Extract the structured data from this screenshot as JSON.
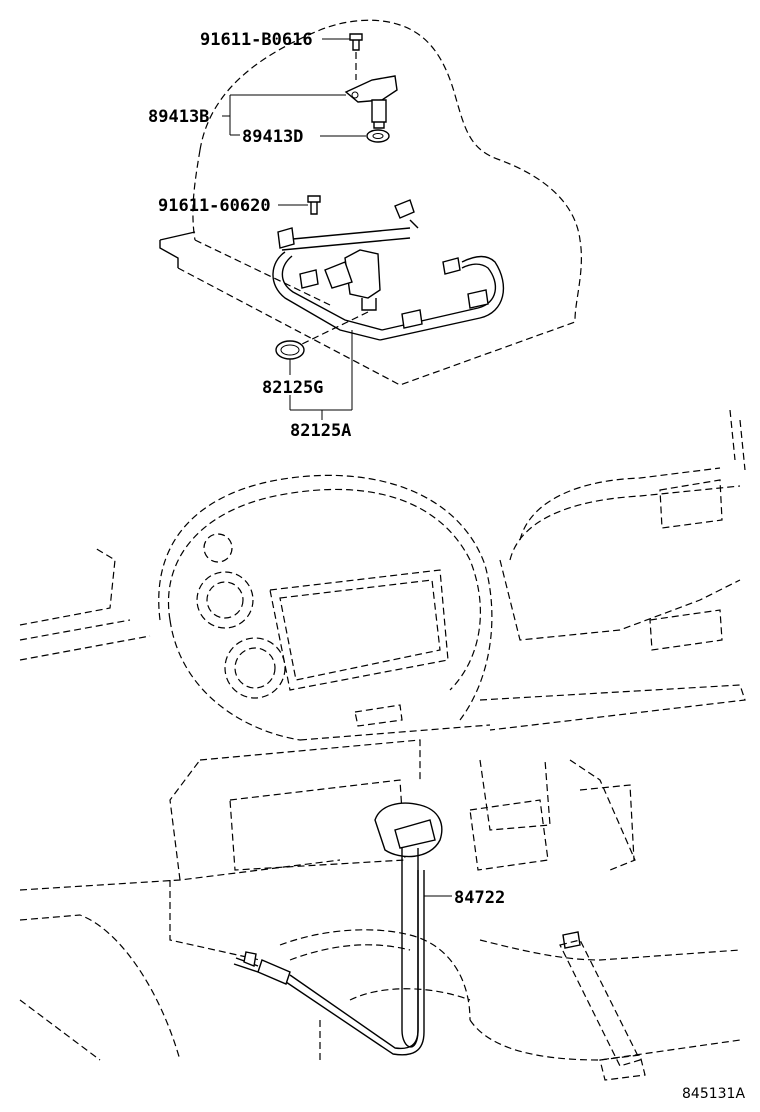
{
  "labels": {
    "bolt_b0616": "91611-B0616",
    "sensor_89413b": "89413B",
    "washer_89413d": "89413D",
    "bolt_60620": "91611-60620",
    "oring_82125g": "82125G",
    "harness_82125a": "82125A",
    "cable_84722": "84722"
  },
  "reference_code": "845131A"
}
